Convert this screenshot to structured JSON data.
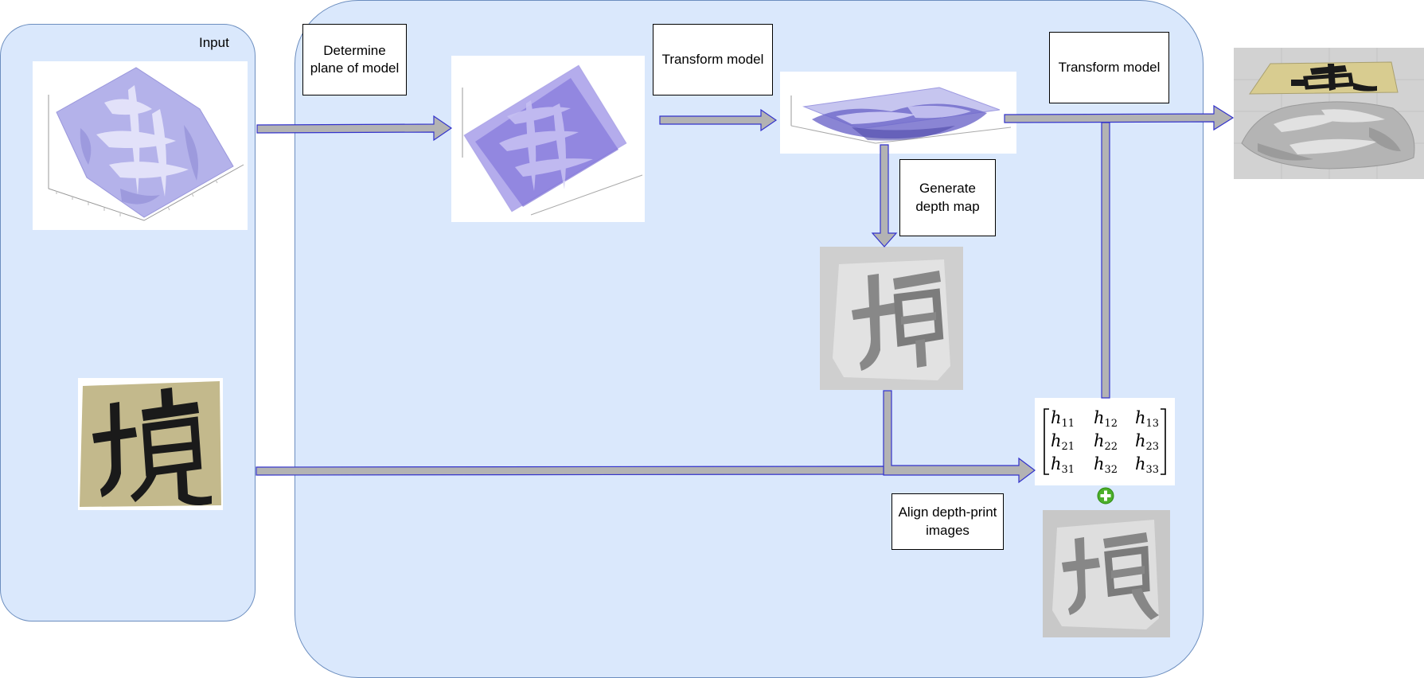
{
  "input_panel": {
    "title": "Input"
  },
  "steps": {
    "determine_plane": "Determine\nplane of model",
    "transform_model_1": "Transform model",
    "transform_model_2": "Transform model",
    "generate_depth_map": "Generate\ndepth map",
    "align_depth_print": "Align depth-print\nimages"
  },
  "matrix": {
    "entries": [
      [
        "h11",
        "h12",
        "h13"
      ],
      [
        "h21",
        "h22",
        "h23"
      ],
      [
        "h31",
        "h32",
        "h33"
      ]
    ]
  },
  "icons": {
    "plus": "plus-circle-icon"
  },
  "colors": {
    "panel_fill": "#dae8fc",
    "panel_stroke": "#6c8ebf",
    "arrow_fill": "#b3b3b3",
    "arrow_stroke": "#3333cc",
    "plus_green": "#4caf2a"
  }
}
